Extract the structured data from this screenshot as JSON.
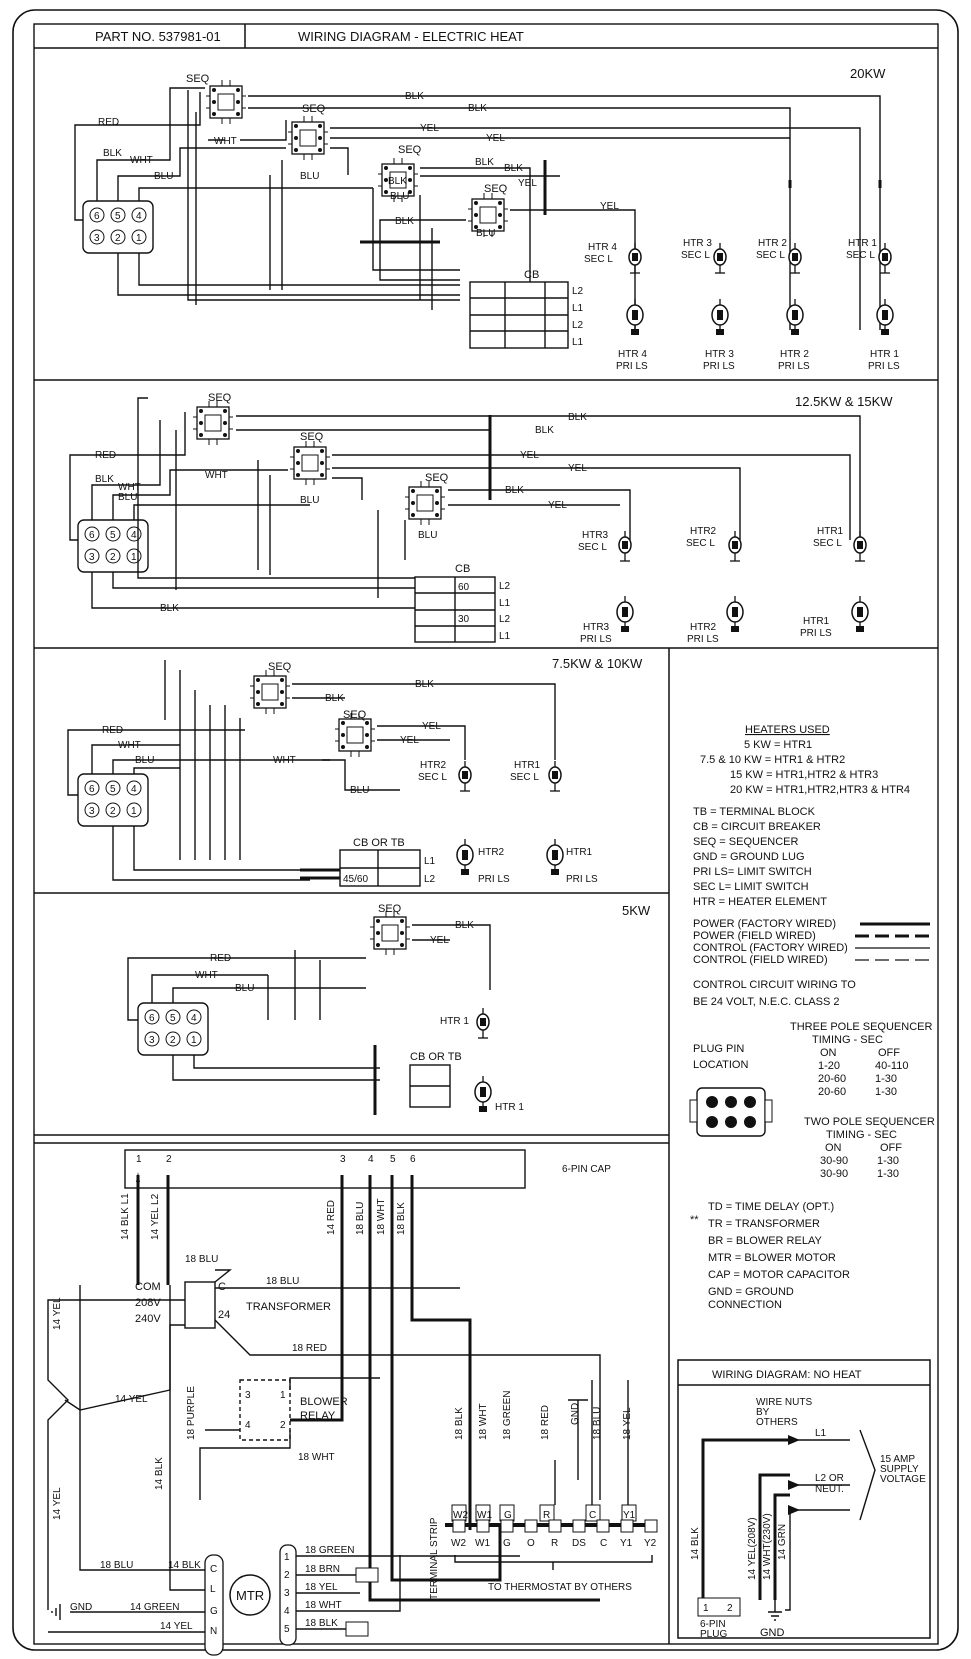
{
  "header": {
    "part_no": "PART NO. 537981-01",
    "title": "WIRING DIAGRAM - ELECTRIC HEAT"
  },
  "sections": {
    "kw20": {
      "title": "20KW"
    },
    "kw15": {
      "title": "12.5KW & 15KW"
    },
    "kw10": {
      "title": "7.5KW & 10KW"
    },
    "kw5": {
      "title": "5KW"
    }
  },
  "common": {
    "seq": "SEQ",
    "cb": "CB",
    "cb_or_tb": "CB OR TB",
    "l1": "L1",
    "l2": "L2",
    "sec_l": "SEC L",
    "pri_ls": "PRI LS",
    "htr1": "HTR 1",
    "htr2": "HTR 2",
    "htr3": "HTR 3",
    "htr4": "HTR 4",
    "htr1_nospace": "HTR1",
    "htr2_nospace": "HTR2",
    "htr3_nospace": "HTR3",
    "breaker_30": "30",
    "breaker_60": "60",
    "breaker_4560": "45/60"
  },
  "wire_colors": {
    "blk": "BLK",
    "red": "RED",
    "wht": "WHT",
    "blu": "BLU",
    "yel": "YEL"
  },
  "plug_pins": [
    "6",
    "5",
    "4",
    "3",
    "2",
    "1"
  ],
  "legend": {
    "heaters_title": "HEATERS USED",
    "heaters": [
      "5 KW = HTR1",
      "7.5 & 10 KW = HTR1 & HTR2",
      "15 KW = HTR1,HTR2 & HTR3",
      "20 KW = HTR1,HTR2,HTR3 & HTR4"
    ],
    "abbrev": [
      "TB = TERMINAL BLOCK",
      "CB = CIRCUIT BREAKER",
      "SEQ = SEQUENCER",
      "GND = GROUND LUG",
      "PRI LS= LIMIT SWITCH",
      "SEC L= LIMIT SWITCH",
      "HTR = HEATER ELEMENT"
    ],
    "line_types": [
      "POWER (FACTORY WIRED)",
      "POWER (FIELD WIRED)",
      "CONTROL (FACTORY WIRED)",
      "CONTROL (FIELD WIRED)"
    ],
    "control_note_1": "CONTROL CIRCUIT WIRING TO",
    "control_note_2": "BE 24 VOLT, N.E.C. CLASS 2",
    "plug_pin_1": "PLUG PIN",
    "plug_pin_2": "LOCATION",
    "three_pole_title": "THREE POLE SEQUENCER",
    "timing_sec": "TIMING - SEC",
    "on": "ON",
    "off": "OFF",
    "three_pole_rows": [
      [
        "1-20",
        "40-110"
      ],
      [
        "20-60",
        "1-30"
      ],
      [
        "20-60",
        "1-30"
      ]
    ],
    "two_pole_title": "TWO POLE SEQUENCER",
    "two_pole_rows": [
      [
        "30-90",
        "1-30"
      ],
      [
        "30-90",
        "1-30"
      ]
    ],
    "star_mark": "**",
    "abbrev2": [
      "TD = TIME DELAY (OPT.)",
      "TR = TRANSFORMER",
      "BR = BLOWER RELAY",
      "MTR = BLOWER MOTOR",
      "CAP = MOTOR CAPACITOR",
      "GND = GROUND",
      "CONNECTION"
    ]
  },
  "control": {
    "cap_label": "6-PIN CAP",
    "cap_pins": [
      "1",
      "2",
      "3",
      "4",
      "5",
      "6"
    ],
    "wires": {
      "w14blkl1": "14 BLK L1",
      "w14yell2": "14 YEL L2",
      "w14red": "14 RED",
      "w18blu": "18 BLU",
      "w18wht": "18 WHT",
      "w18blk": "18 BLK",
      "w18red": "18 RED",
      "w14yel": "14 YEL",
      "w18purple": "18 PURPLE",
      "w14blk": "14 BLK",
      "w14green": "14 GREEN",
      "w18green": "18 GREEN",
      "w18brn": "18 BRN",
      "w18yel": "18 YEL"
    },
    "com": "COM",
    "v208": "208V",
    "v240": "240V",
    "v24": "24",
    "c": "C",
    "transformer": "TRANSFORMER",
    "blower_relay_1": "BLOWER",
    "blower_relay_2": "RELAY",
    "relay_pins": [
      "3",
      "1",
      "4",
      "2"
    ],
    "motor": "MTR",
    "motor_pins": [
      "C",
      "L",
      "G",
      "N"
    ],
    "motor_taps": [
      "1",
      "2",
      "3",
      "4",
      "5"
    ],
    "gnd": "GND",
    "terminal_strip": "TERMINAL STRIP",
    "terminals": [
      "W2",
      "W1",
      "G",
      "O",
      "R",
      "DS",
      "C",
      "Y1",
      "Y2"
    ],
    "tags": [
      "W2",
      "W1",
      "G",
      "R",
      "C",
      "Y1"
    ],
    "to_thermostat": "TO THERMOSTAT BY OTHERS"
  },
  "noheat": {
    "title": "WIRING DIAGRAM: NO HEAT",
    "wire_nuts": [
      "WIRE NUTS",
      "BY",
      "OTHERS"
    ],
    "l1": "L1",
    "l2_or": "L2 OR",
    "neut": "NEUT.",
    "supply": [
      "15 AMP",
      "SUPPLY",
      "VOLTAGE"
    ],
    "wires": [
      "14 BLK",
      "14 YEL(208V)",
      "14 WHT(230V)",
      "14 GRN"
    ],
    "plug_1": "6-PIN",
    "plug_2": "PLUG",
    "plug_pins": [
      "1",
      "2"
    ],
    "gnd": "GND"
  }
}
